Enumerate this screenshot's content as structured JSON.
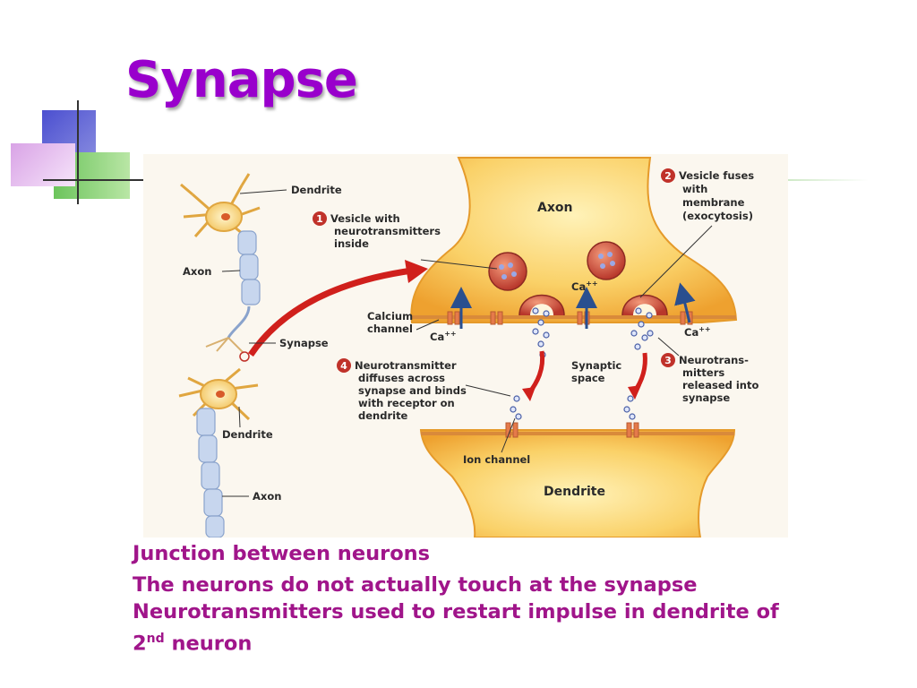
{
  "slide": {
    "title": "Synapse",
    "bullets": [
      "Junction between neurons",
      "The neurons do not actually touch at the synapse",
      "Neurotransmitters used to restart impulse in dendrite of 2"
    ],
    "bullet3_sup": "nd",
    "bullet3_tail": " neuron"
  },
  "diagram": {
    "left": {
      "dendrite_top": "Dendrite",
      "axon_top": "Axon",
      "synapse": "Synapse",
      "dendrite_bottom": "Dendrite",
      "axon_bottom": "Axon"
    },
    "axon": "Axon",
    "dendrite": "Dendrite",
    "step1": {
      "num": "1",
      "lines": [
        "Vesicle with",
        "neurotransmitters",
        "inside"
      ]
    },
    "step2": {
      "num": "2",
      "lines": [
        "Vesicle fuses",
        "with",
        "membrane",
        "(exocytosis)"
      ]
    },
    "step3": {
      "num": "3",
      "lines": [
        "Neurotrans-",
        "mitters",
        "released into",
        "synapse"
      ]
    },
    "step4": {
      "num": "4",
      "lines": [
        "Neurotransmitter",
        "diffuses across",
        "synapse and binds",
        "with receptor on",
        "dendrite"
      ]
    },
    "calcium_channel": [
      "Calcium",
      "channel"
    ],
    "ca_label": "Ca",
    "ca_sup": "++",
    "synaptic_space": [
      "Synaptic",
      "space"
    ],
    "ion_channel": "Ion channel"
  },
  "colors": {
    "title": "#9900cc",
    "bullets": "#a0158a",
    "axon_fill": "#f7c64a",
    "step_badge": "#c0322a",
    "arrow": "#d0201c"
  }
}
